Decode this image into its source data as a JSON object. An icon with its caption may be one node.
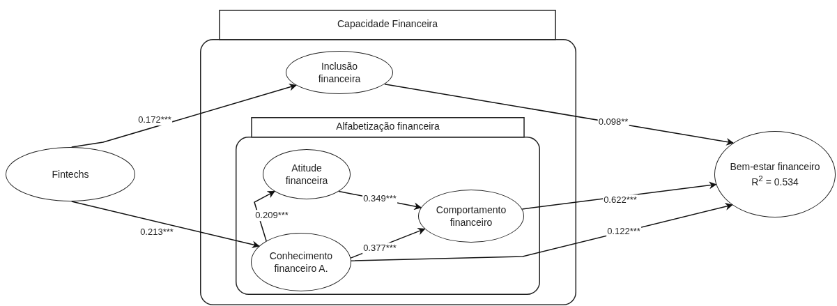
{
  "diagram": {
    "nodes": [
      {
        "text": [
          "Fintechs"
        ]
      },
      {
        "text": [
          "Capacidade Financeira"
        ]
      },
      {
        "text": [
          "Inclusão financeira"
        ],
        "in": 1
      },
      {
        "text": [
          "Alfabetização financeira"
        ],
        "in": 1
      },
      {
        "text": [
          "Atitude financeira"
        ],
        "in": 3
      },
      {
        "text": [
          "Conhecimento financeiro A."
        ],
        "in": 3
      },
      {
        "text": [
          "Comportamento financeiro"
        ],
        "in": 3
      },
      {
        "text": [
          "Bem-estar financeiro",
          "R$^{2}$ = 0.534"
        ]
      }
    ],
    "edges": [
      {
        "from": 0,
        "to": 2,
        "arrow": "to",
        "label": "0.172***"
      },
      {
        "from": 0,
        "to": 5,
        "arrow": "to",
        "label": "0.213***"
      },
      {
        "from": 5,
        "to": 4,
        "arrow": "to",
        "label": "0.209***"
      },
      {
        "from": 4,
        "to": 6,
        "arrow": "to",
        "label": "0.349***"
      },
      {
        "from": 5,
        "to": 6,
        "arrow": "to",
        "label": "0.377***"
      },
      {
        "from": 2,
        "to": 7,
        "arrow": "to",
        "label": "0.098**"
      },
      {
        "from": 6,
        "to": 7,
        "arrow": "to",
        "label": "0.622***"
      },
      {
        "from": 5,
        "to": 7,
        "arrow": "to",
        "label": "0.122***"
      }
    ]
  }
}
